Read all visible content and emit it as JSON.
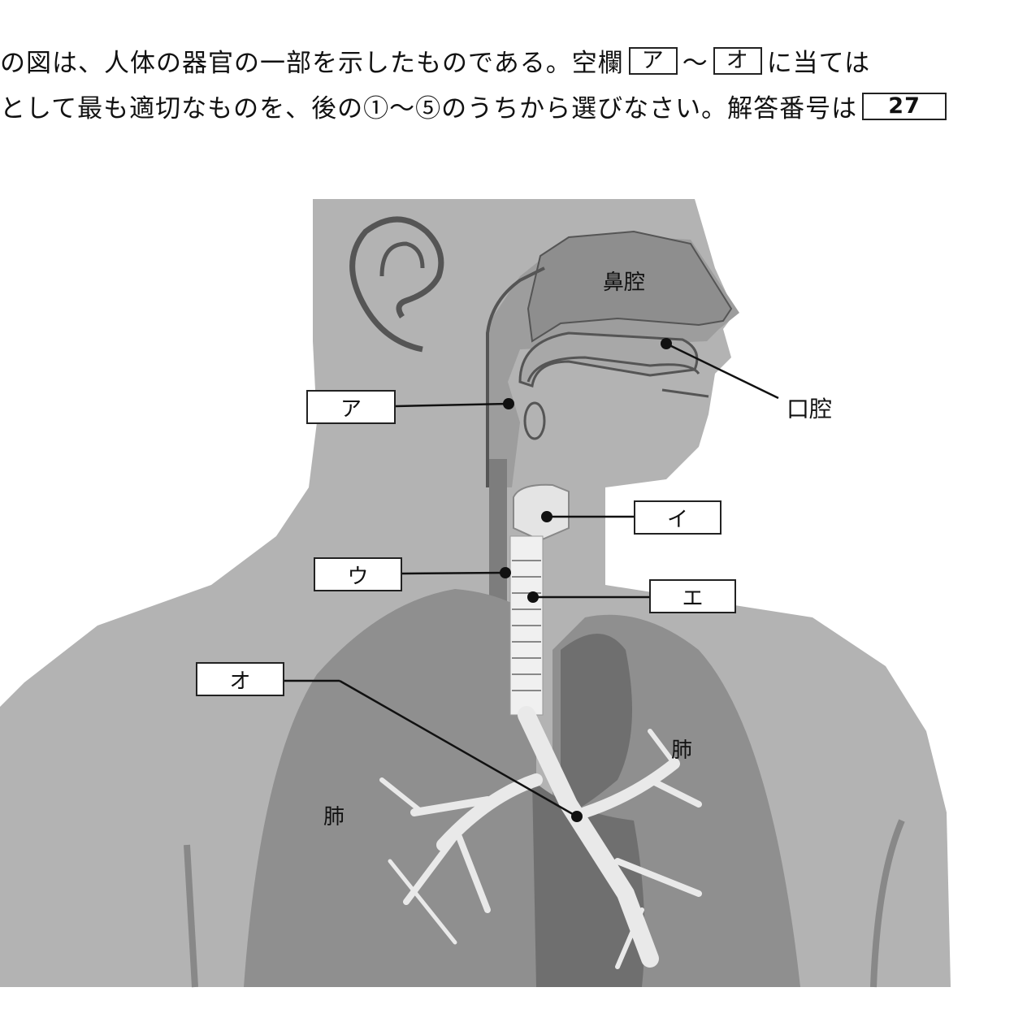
{
  "question": {
    "line1_a": "の図は、人体の器官の一部を示したものである。空欄",
    "blank_start": "ア",
    "tilde": "～",
    "blank_end": "オ",
    "line1_b": "に当ては",
    "line2_a": "として最も適切なものを、後の①～⑤のうちから選びなさい。解答番号は",
    "answer_number": "27"
  },
  "diagram": {
    "labels": {
      "a": "ア",
      "i": "イ",
      "u": "ウ",
      "e": "エ",
      "o": "オ"
    },
    "organs": {
      "nasal_cavity": "鼻腔",
      "oral_cavity": "口腔",
      "lung_left": "肺",
      "lung_right": "肺"
    }
  }
}
